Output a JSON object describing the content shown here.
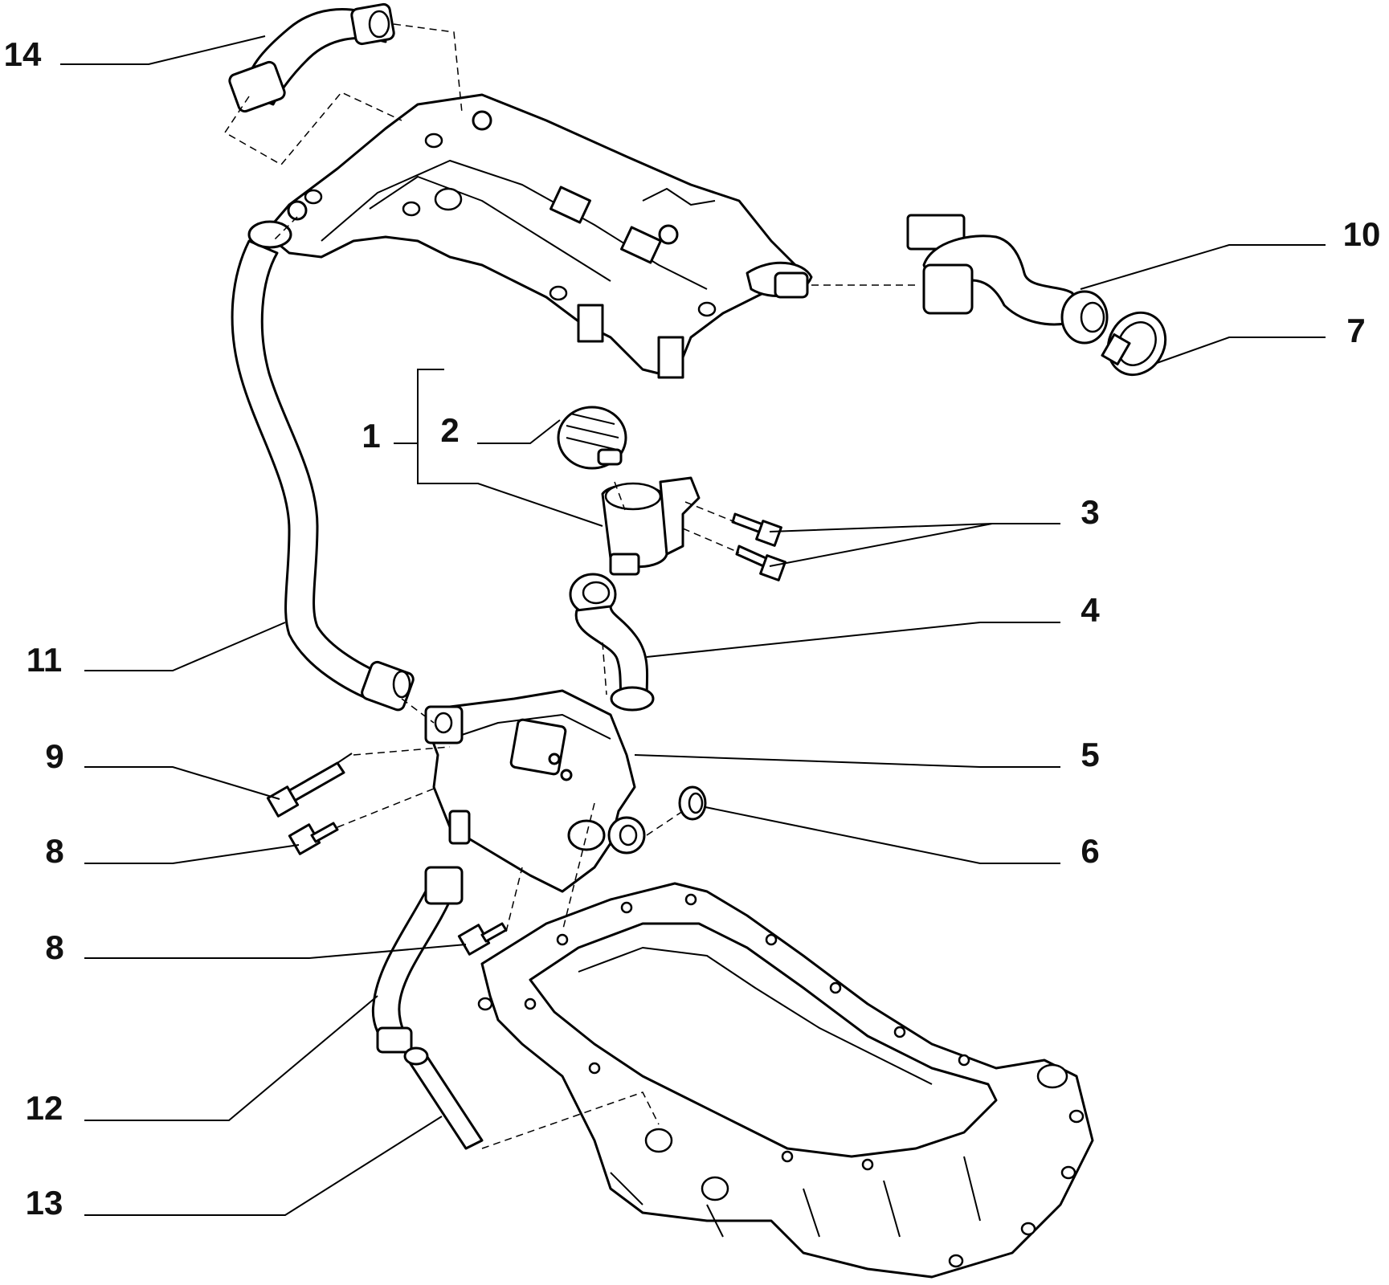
{
  "diagram": {
    "callouts": [
      {
        "id": "c14",
        "label": "14"
      },
      {
        "id": "c10",
        "label": "10"
      },
      {
        "id": "c7",
        "label": "7"
      },
      {
        "id": "c1",
        "label": "1"
      },
      {
        "id": "c2",
        "label": "2"
      },
      {
        "id": "c3",
        "label": "3"
      },
      {
        "id": "c4",
        "label": "4"
      },
      {
        "id": "c11",
        "label": "11"
      },
      {
        "id": "c5",
        "label": "5"
      },
      {
        "id": "c9",
        "label": "9"
      },
      {
        "id": "c6",
        "label": "6"
      },
      {
        "id": "c8a",
        "label": "8"
      },
      {
        "id": "c8b",
        "label": "8"
      },
      {
        "id": "c12",
        "label": "12"
      },
      {
        "id": "c13",
        "label": "13"
      }
    ],
    "colors": {
      "ink": "#000000",
      "background": "#ffffff"
    }
  }
}
